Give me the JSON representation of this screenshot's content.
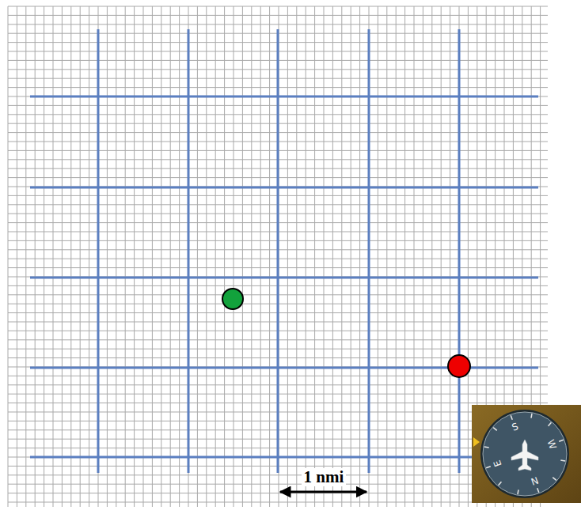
{
  "diagram": {
    "labels": [
      "1 nmi",
      "S",
      "W",
      "N",
      "E"
    ]
  }
}
